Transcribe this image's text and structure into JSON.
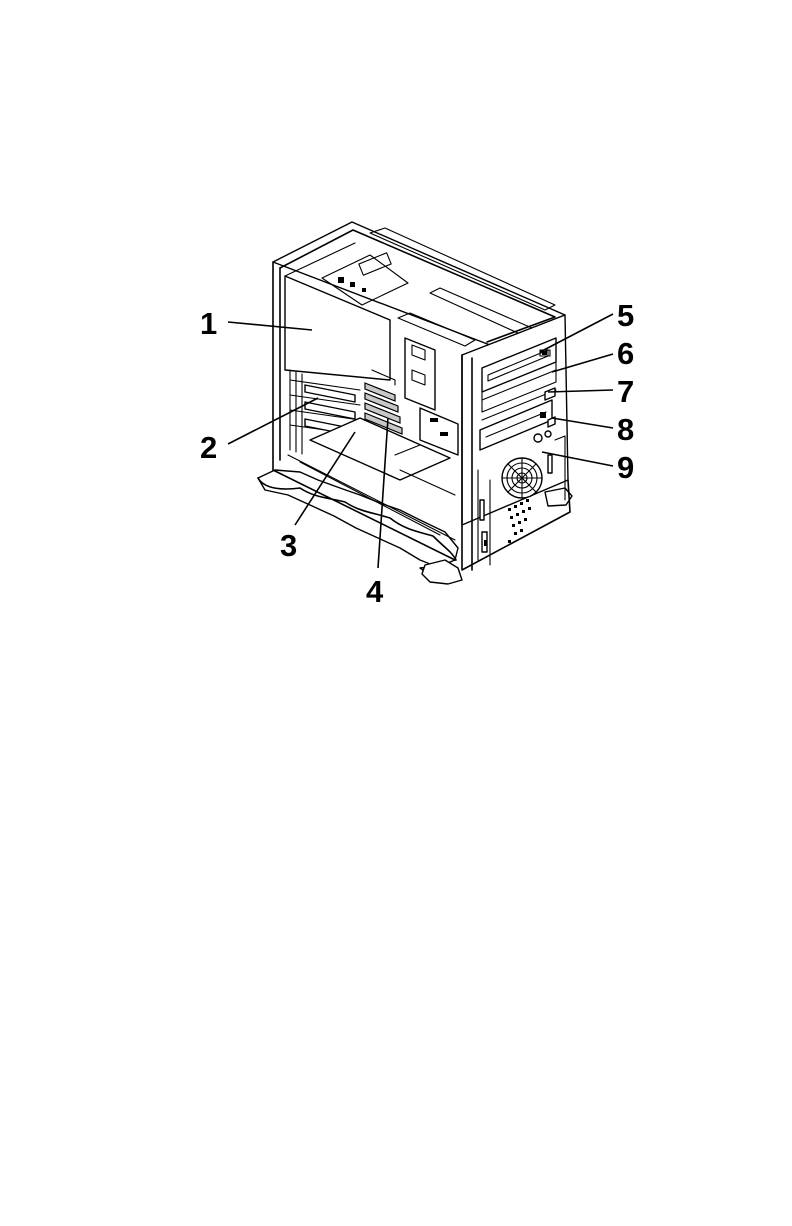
{
  "figure": {
    "callouts": [
      {
        "id": 1,
        "label": "1"
      },
      {
        "id": 2,
        "label": "2"
      },
      {
        "id": 3,
        "label": "3"
      },
      {
        "id": 4,
        "label": "4"
      },
      {
        "id": 5,
        "label": "5"
      },
      {
        "id": 6,
        "label": "6"
      },
      {
        "id": 7,
        "label": "7"
      },
      {
        "id": 8,
        "label": "8"
      },
      {
        "id": 9,
        "label": "9"
      }
    ]
  }
}
